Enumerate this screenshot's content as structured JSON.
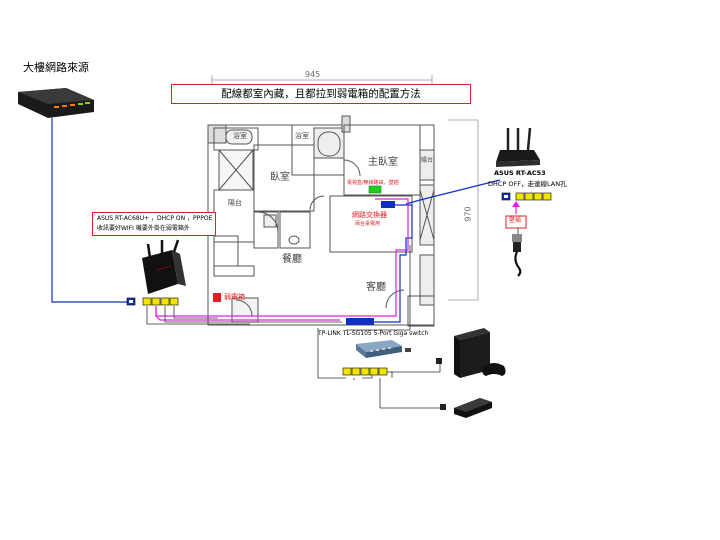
{
  "title": "配線都室內藏，且都拉到弱電箱的配置方法",
  "source_label": "大樓網路來源",
  "dimensions": {
    "width_label": "945",
    "height_label": "970"
  },
  "rooms": {
    "bathroom1": "浴室",
    "bathroom2": "浴室",
    "bedroom": "臥室",
    "master_bedroom": "主臥室",
    "balcony_left": "陽台",
    "balcony_right": "陽台",
    "dining": "餐廳",
    "living": "客廳"
  },
  "router_main": {
    "note_line1": "ASUS RT-AC68U+ ，DHCP ON ，PPPOE",
    "note_line2": "收訊要好WIFI 機要外掛在弱電箱外"
  },
  "router_secondary": {
    "name": "ASUS RT-AC53",
    "mode": "DHCP OFF，走連線LAN孔"
  },
  "weak_box_label": "弱電箱",
  "wall_jack_label": "壁插",
  "top_wall_label": "電視盒/無線路由，壁插",
  "network_switch": {
    "label": "網路交換器",
    "sub": "兩台桌電用"
  },
  "switch": {
    "label": "TP-LINK TL-SG105 5-Port Giga switch"
  },
  "colors": {
    "red": "#e02020",
    "blue": "#1030c0",
    "magenta": "#e020e0",
    "port": "#f2e400",
    "green": "#22cc22"
  },
  "icons": [
    "modem-icon",
    "router-icon",
    "router-icon",
    "switch-icon",
    "game-console-icon",
    "streaming-box-icon",
    "ethernet-plug-icon"
  ]
}
